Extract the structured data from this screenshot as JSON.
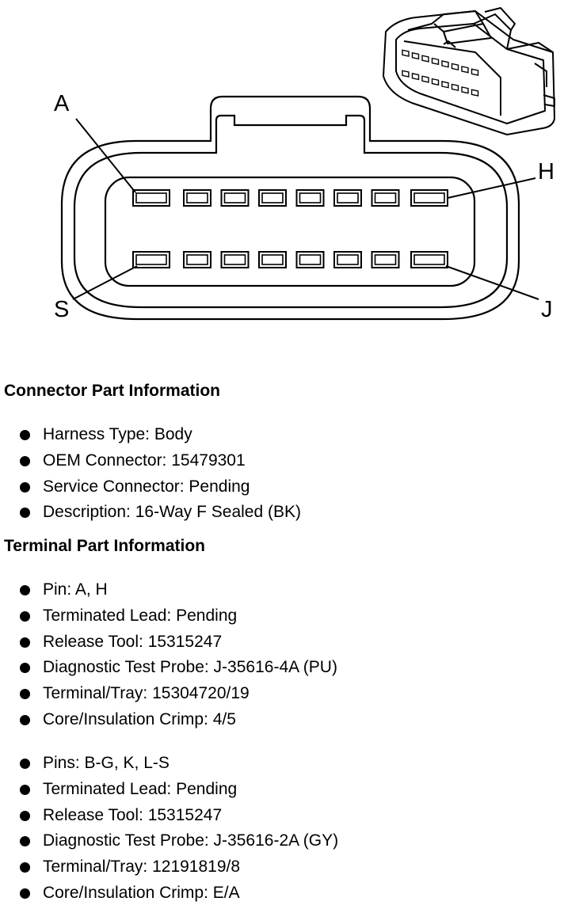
{
  "diagram": {
    "pin_labels": {
      "top_left": "A",
      "top_right": "H",
      "bottom_left": "S",
      "bottom_right": "J"
    },
    "top_row_cavities": 8,
    "bottom_row_cavities": 8
  },
  "connector_info": {
    "title": "Connector Part Information",
    "items": [
      "Harness Type: Body",
      "OEM Connector: 15479301",
      "Service Connector: Pending",
      "Description: 16-Way F Sealed (BK)"
    ]
  },
  "terminal_info": {
    "title": "Terminal Part Information",
    "group1": [
      "Pin: A, H",
      "Terminated Lead: Pending",
      "Release Tool: 15315247",
      "Diagnostic Test Probe: J-35616-4A (PU)",
      "Terminal/Tray: 15304720/19",
      "Core/Insulation Crimp: 4/5"
    ],
    "group2": [
      "Pins: B-G, K, L-S",
      "Terminated Lead: Pending",
      "Release Tool: 15315247",
      "Diagnostic Test Probe: J-35616-2A (GY)",
      "Terminal/Tray: 12191819/8",
      "Core/Insulation Crimp: E/A"
    ]
  }
}
